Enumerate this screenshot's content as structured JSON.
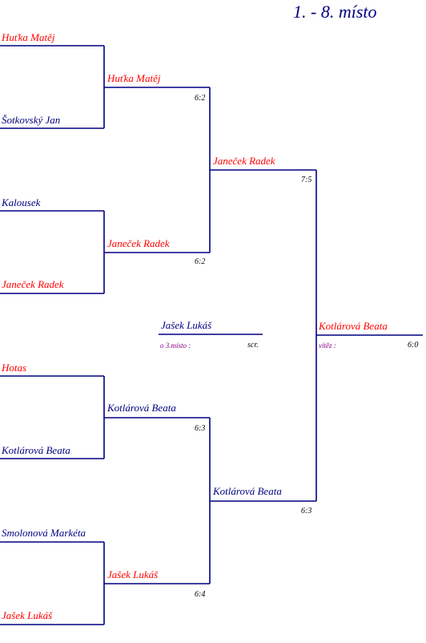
{
  "title": "1. - 8. místo",
  "colors": {
    "red": "#ff0000",
    "blue": "#000080",
    "line": "#000080",
    "score": "#000000",
    "small": "#800080"
  },
  "round1": [
    {
      "name": "Huťka Matěj",
      "color": "red"
    },
    {
      "name": "Šotkovský Jan",
      "color": "blue"
    },
    {
      "name": "Kalousek",
      "color": "blue"
    },
    {
      "name": "Janeček Radek",
      "color": "red"
    },
    {
      "name": "Hotas",
      "color": "red"
    },
    {
      "name": "Kotlárová Beata",
      "color": "blue"
    },
    {
      "name": "Smolonová Markéta",
      "color": "blue"
    },
    {
      "name": "Jašek Lukáš",
      "color": "red"
    }
  ],
  "round2": [
    {
      "name": "Huťka Matěj",
      "color": "red",
      "score": "6:2"
    },
    {
      "name": "Janeček Radek",
      "color": "red",
      "score": "6:2"
    },
    {
      "name": "Kotlárová Beata",
      "color": "blue",
      "score": "6:3"
    },
    {
      "name": "Jašek Lukáš",
      "color": "red",
      "score": "6:4"
    }
  ],
  "round3": [
    {
      "name": "Janeček Radek",
      "color": "red",
      "score": "7:5"
    },
    {
      "name": "Kotlárová Beata",
      "color": "blue",
      "score": "6:3"
    }
  ],
  "final": {
    "name": "Kotlárová Beata",
    "color": "red",
    "label": "vítěz :",
    "score": "6:0"
  },
  "third_place": {
    "name": "Jašek Lukáš",
    "color": "blue",
    "label": "o 3.místo :",
    "score": "scr."
  }
}
